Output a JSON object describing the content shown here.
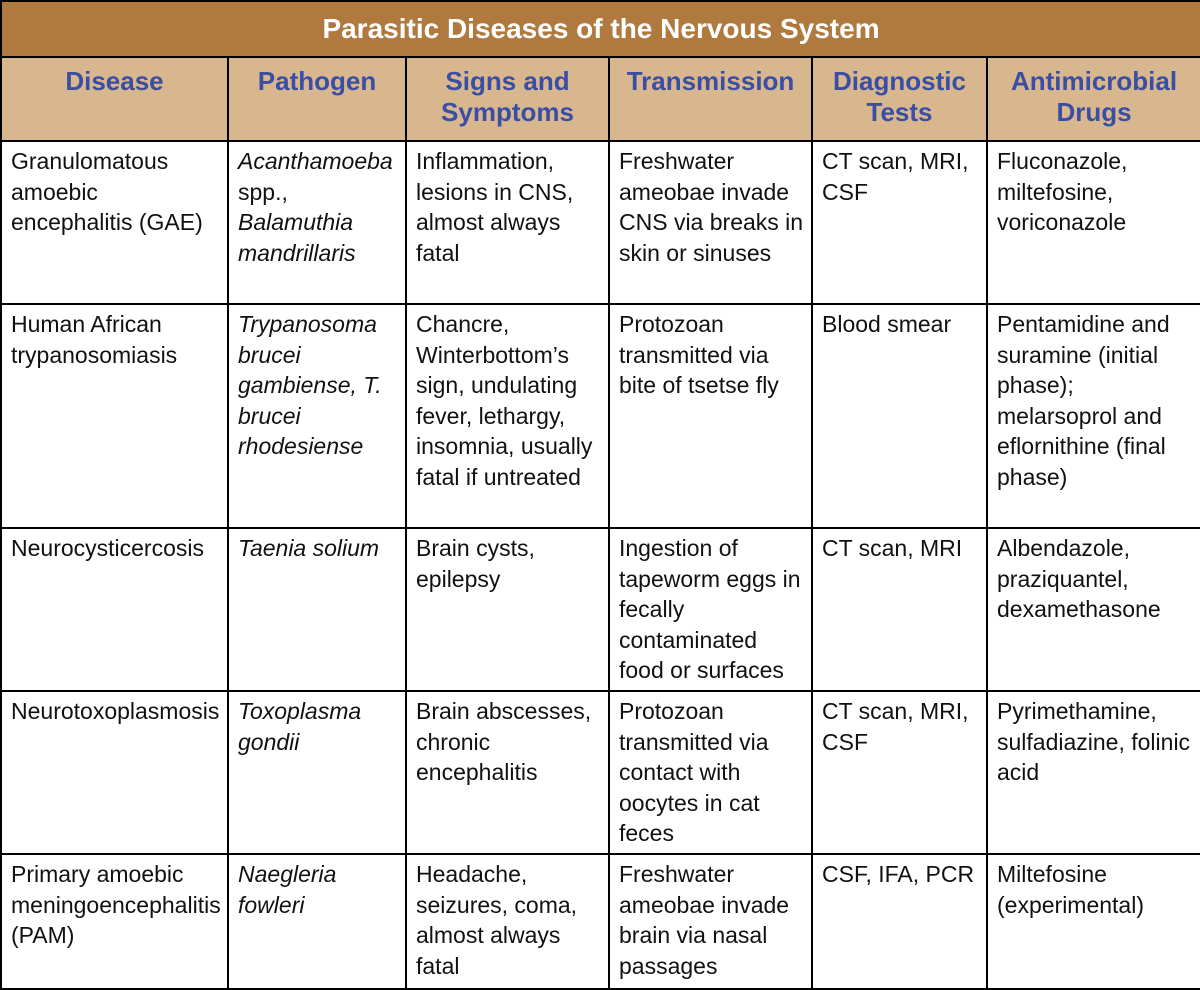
{
  "title": "Parasitic Diseases of the Nervous System",
  "headers": [
    "Disease",
    "Pathogen",
    "Signs and Symptoms",
    "Transmission",
    "Diagnostic Tests",
    "Antimicrobial Drugs"
  ],
  "rows": [
    {
      "disease": "Granulomatous amoebic encephalitis (GAE)",
      "pathogen_italic_1": "Acanthamoeba",
      "pathogen_plain": " spp., ",
      "pathogen_italic_2": "Balamuthia mandrillaris",
      "signs": "Inflammation, lesions in CNS, almost always fatal",
      "transmission": "Freshwater ameobae invade CNS via breaks in skin or sinuses",
      "tests": "CT scan, MRI, CSF",
      "drugs": "Fluconazole, miltefosine, voriconazole"
    },
    {
      "disease": "Human African trypanosomiasis",
      "pathogen": "Trypanosoma brucei gambiense, T. brucei rhodesiense",
      "signs": "Chancre, Winterbottom’s sign, undulating fever, lethargy, insomnia, usually fatal if untreated",
      "transmission": "Protozoan transmitted via bite of tsetse fly",
      "tests": "Blood smear",
      "drugs": "Pentamidine and suramine (initial phase); melarsoprol and eflornithine (final phase)"
    },
    {
      "disease": "Neurocysticercosis",
      "pathogen": "Taenia solium",
      "signs": "Brain cysts, epilepsy",
      "transmission": "Ingestion of tapeworm eggs in fecally contaminated food or surfaces",
      "tests": "CT scan, MRI",
      "drugs": "Albendazole, praziquantel, dexamethasone"
    },
    {
      "disease": "Neurotoxoplasmosis",
      "pathogen": "Toxoplasma gondii",
      "signs": "Brain abscesses, chronic encephalitis",
      "transmission": "Protozoan transmitted via contact with oocytes in cat feces",
      "tests": "CT scan, MRI, CSF",
      "drugs": "Pyrimethamine, sulfadiazine, folinic acid"
    },
    {
      "disease": "Primary amoebic meningoencephalitis (PAM)",
      "pathogen": "Naegleria fowleri",
      "signs": "Headache, seizures, coma, almost always fatal",
      "transmission": "Freshwater ameobae invade brain via nasal passages",
      "tests": "CSF, IFA, PCR",
      "drugs": "Miltefosine (experimental)"
    }
  ]
}
